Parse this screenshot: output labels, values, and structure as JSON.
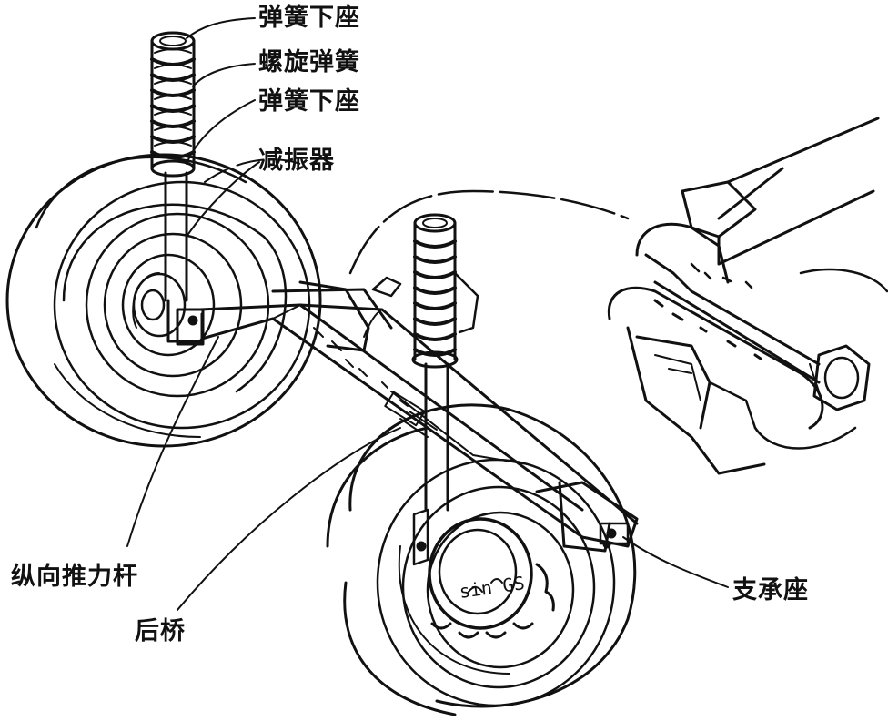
{
  "labels": {
    "spring_seat_top": "弹簧下座",
    "coil_spring": "螺旋弹簧",
    "spring_seat_lower": "弹簧下座",
    "shock_absorber": "减振器",
    "trailing_arm": "纵向推力杆",
    "rear_axle": "后桥",
    "support_seat": "支承座"
  }
}
